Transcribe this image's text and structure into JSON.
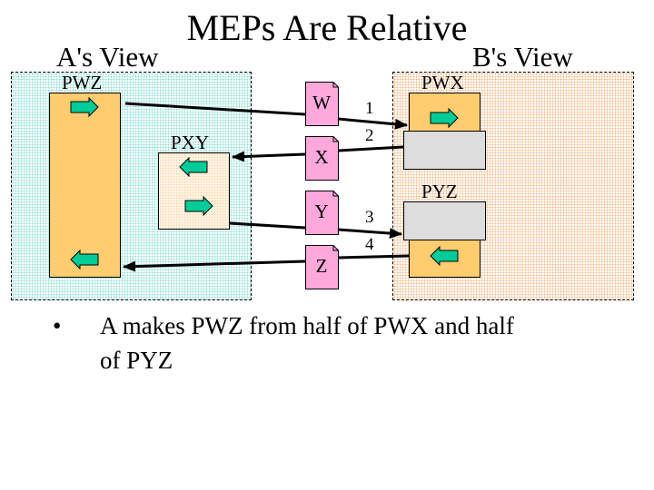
{
  "title": "MEPs Are Relative",
  "views": {
    "a": {
      "label": "A's View",
      "pwz_label": "PWZ",
      "pxy_label": "PXY"
    },
    "b": {
      "label": "B's View",
      "pwx_label": "PWX",
      "pyz_label": "PYZ"
    }
  },
  "messages": [
    {
      "id": "W",
      "number": "1"
    },
    {
      "id": "X",
      "number": "2"
    },
    {
      "id": "Y",
      "number": "3"
    },
    {
      "id": "Z",
      "number": "4"
    }
  ],
  "colors": {
    "endpoint_fill": "#ffcc6f",
    "message_fill": "#ffa8dc",
    "arrow_fill": "#00cc99",
    "grey_fill": "#dddddd"
  },
  "bullets": [
    {
      "line1": "A makes PWZ from half of PWX and half",
      "line2": "of PYZ"
    }
  ]
}
